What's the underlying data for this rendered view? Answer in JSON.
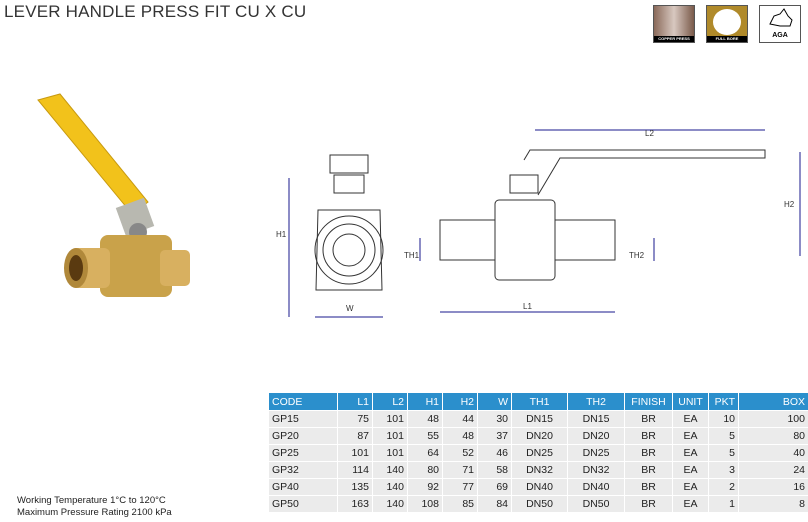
{
  "title": "LEVER HANDLE PRESS FIT CU X CU",
  "badges": {
    "copper_press": "COPPER PRESS",
    "full_bore": "FULL BORE",
    "aga": "AGA"
  },
  "dimension_labels": {
    "h1": "H1",
    "w": "W",
    "th1": "TH1",
    "th2": "TH2",
    "l1": "L1",
    "l2": "L2",
    "h2": "H2"
  },
  "table": {
    "headers": [
      "CODE",
      "L1",
      "L2",
      "H1",
      "H2",
      "W",
      "TH1",
      "TH2",
      "FINISH",
      "UNIT",
      "PKT",
      "BOX"
    ],
    "rows": [
      [
        "GP15",
        "75",
        "101",
        "48",
        "44",
        "30",
        "DN15",
        "DN15",
        "BR",
        "EA",
        "10",
        "100"
      ],
      [
        "GP20",
        "87",
        "101",
        "55",
        "48",
        "37",
        "DN20",
        "DN20",
        "BR",
        "EA",
        "5",
        "80"
      ],
      [
        "GP25",
        "101",
        "101",
        "64",
        "52",
        "46",
        "DN25",
        "DN25",
        "BR",
        "EA",
        "5",
        "40"
      ],
      [
        "GP32",
        "114",
        "140",
        "80",
        "71",
        "58",
        "DN32",
        "DN32",
        "BR",
        "EA",
        "3",
        "24"
      ],
      [
        "GP40",
        "135",
        "140",
        "92",
        "77",
        "69",
        "DN40",
        "DN40",
        "BR",
        "EA",
        "2",
        "16"
      ],
      [
        "GP50",
        "163",
        "140",
        "108",
        "85",
        "84",
        "DN50",
        "DN50",
        "BR",
        "EA",
        "1",
        "8"
      ]
    ]
  },
  "notes": {
    "temp": "Working Temperature  1°C to 120°C",
    "pressure": "Maximum Pressure Rating 2100 kPa"
  },
  "colors": {
    "header": "#2b8fcc",
    "row": "#ebebeb",
    "dim": "#1a1a8c",
    "handle": "#f2c21b",
    "brass": "#c9a24a"
  }
}
